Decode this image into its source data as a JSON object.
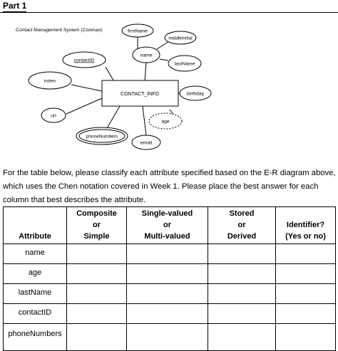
{
  "part_title": "Part 1",
  "diagram": {
    "system_label": "Contact Management System (Conman)",
    "entity": "CONTACT_INFO",
    "attributes": {
      "firstName": "firstName",
      "middleInitial": "middleInitial",
      "name": "name",
      "lastName": "lastName",
      "contactID": "contactID",
      "notes": "notes",
      "birthday": "birthday",
      "url": "url",
      "age": "age",
      "phoneNumbers": "phoneNumbers",
      "email": "email"
    }
  },
  "instructions": "For the table below, please classify each attribute specified based on the E-R diagram above, which uses the Chen notation covered in Week 1.  Please place the best answer for each column that best describes the attribute.",
  "table": {
    "headers": [
      {
        "lines": [
          "",
          "",
          "Attribute"
        ]
      },
      {
        "lines": [
          "Composite",
          "or",
          "Simple"
        ]
      },
      {
        "lines": [
          "Single-valued",
          "or",
          "Multi-valued"
        ]
      },
      {
        "lines": [
          "Stored",
          "or",
          "Derived"
        ]
      },
      {
        "lines": [
          "",
          "Identifier?",
          "(Yes or no)"
        ]
      }
    ],
    "rows": [
      {
        "attribute": "name"
      },
      {
        "attribute": "age"
      },
      {
        "attribute": "lastName"
      },
      {
        "attribute": "contactID"
      },
      {
        "attribute": "phoneNumbers"
      }
    ]
  }
}
